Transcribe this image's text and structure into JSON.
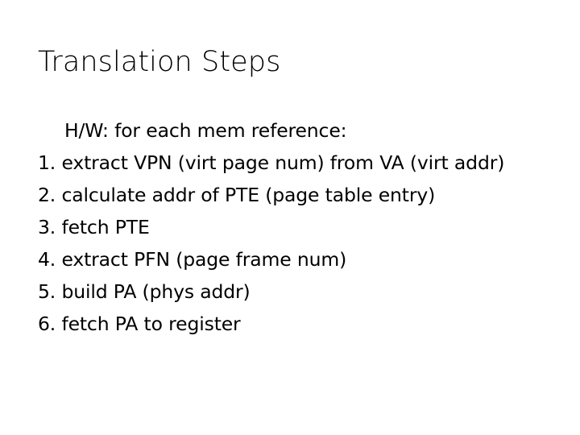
{
  "slide": {
    "title": "Translation Steps",
    "background_color": "#ffffff",
    "text_color": "#000000",
    "lines": [
      {
        "text": "H/W: for each mem reference:",
        "indented": true
      },
      {
        "text": "1. extract VPN (virt page num) from VA (virt addr)",
        "indented": false
      },
      {
        "text": "2. calculate addr of PTE (page table entry)",
        "indented": false
      },
      {
        "text": "3. fetch PTE",
        "indented": false
      },
      {
        "text": "4. extract PFN (page frame num)",
        "indented": false
      },
      {
        "text": "5. build PA (phys addr)",
        "indented": false
      },
      {
        "text": "6. fetch PA to register",
        "indented": false
      }
    ]
  }
}
